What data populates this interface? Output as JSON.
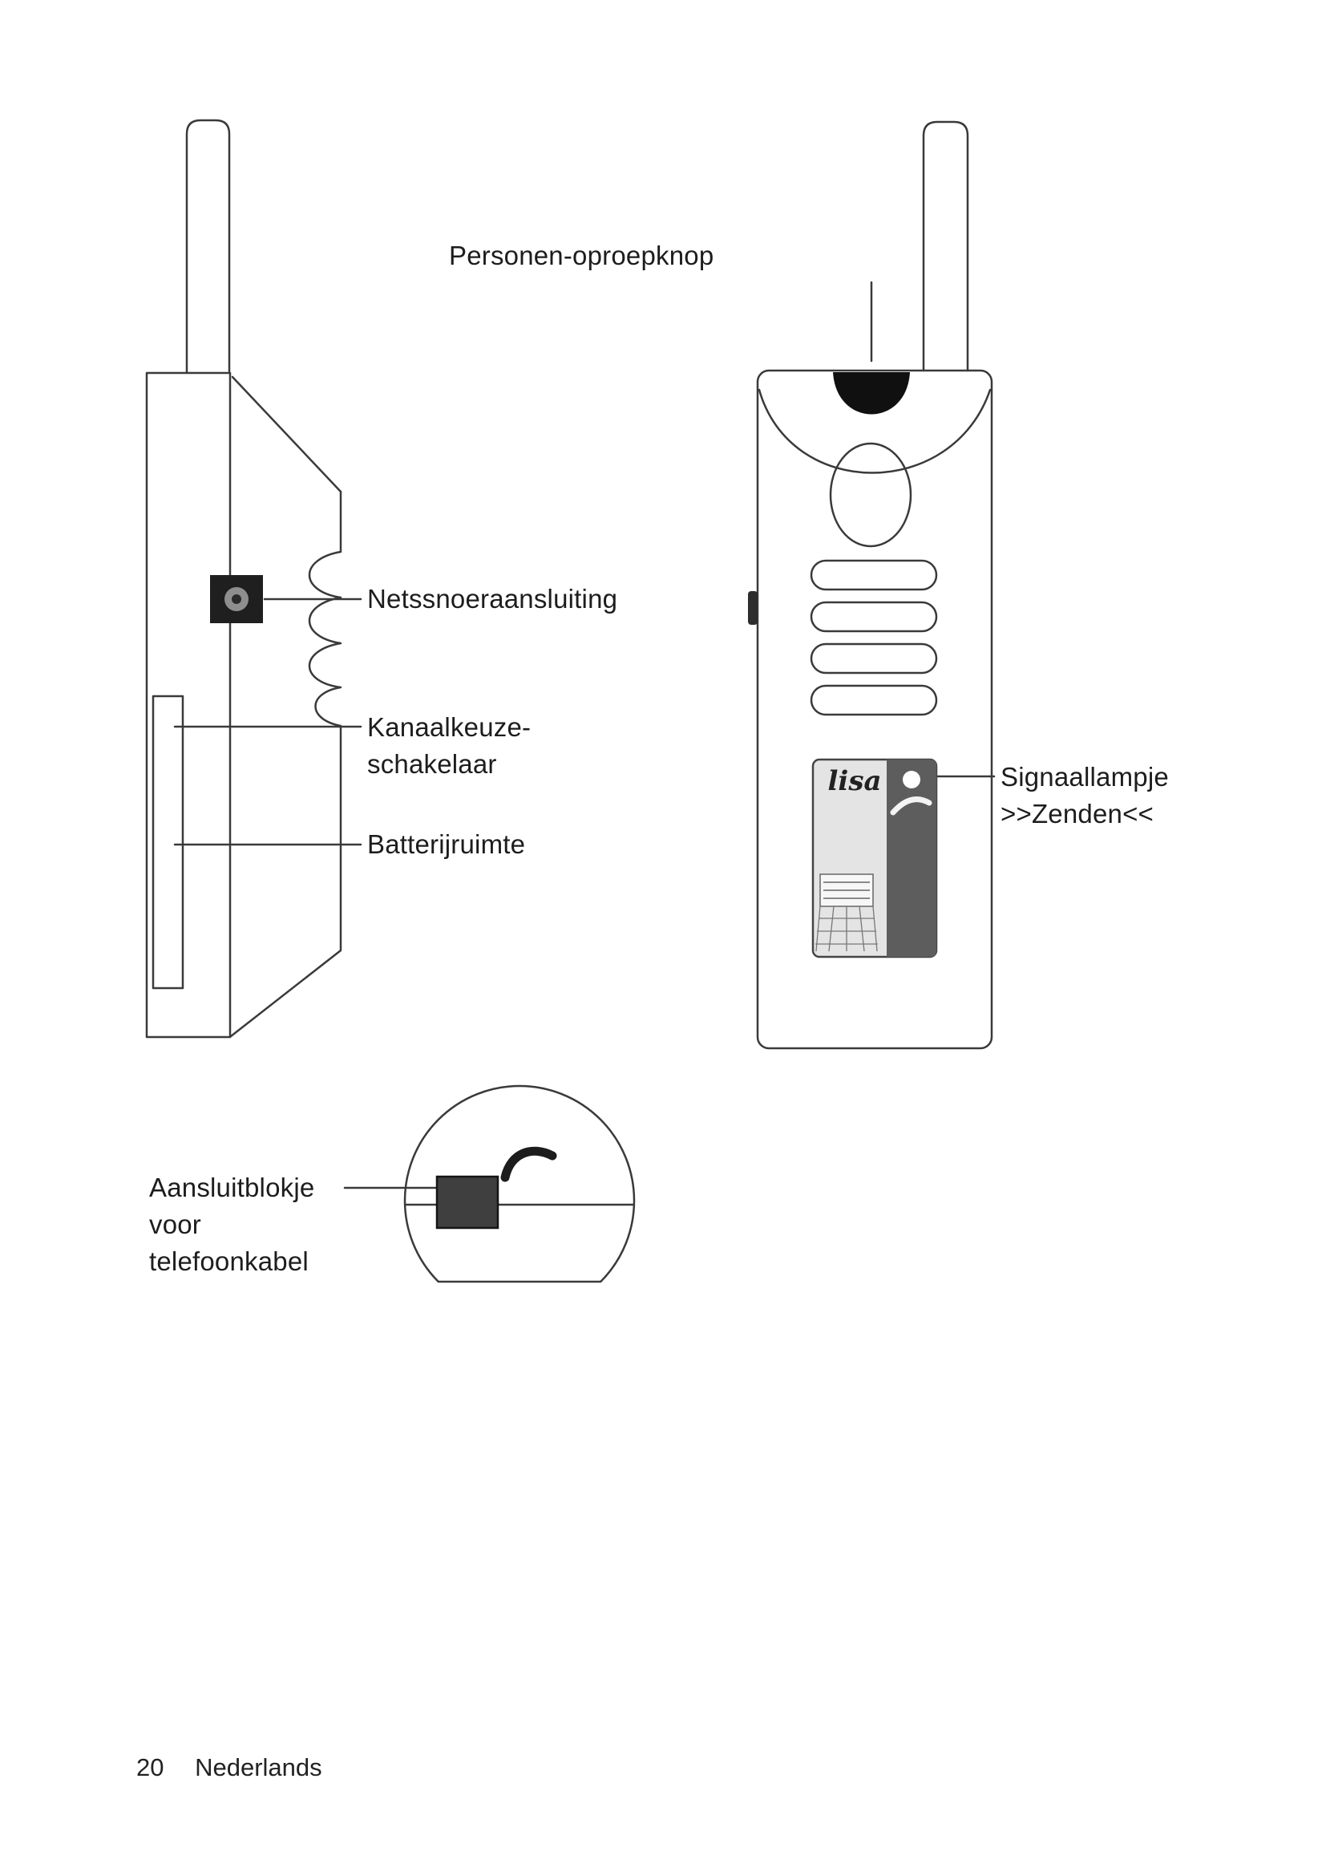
{
  "document": {
    "footer": {
      "page_number": "20",
      "language": "Nederlands"
    }
  },
  "labels": {
    "personen_oproepknop": "Personen-oproepknop",
    "netssnoeraansluiting": "Netssnoeraansluiting",
    "kanaalkeuze_line1": "Kanaalkeuze-",
    "kanaalkeuze_line2": "schakelaar",
    "batterijruimte": "Batterijruimte",
    "signaallampje_line1": "Signaallampje",
    "signaallampje_line2": ">>Zenden<<",
    "aansluitblokje_line1": "Aansluitblokje",
    "aansluitblokje_line2": "voor",
    "aansluitblokje_line3": "telefoonkabel",
    "brand": "lisa"
  },
  "colors": {
    "ink": "#3a3a3a",
    "black_fill": "#1f1f1f",
    "plate_light": "#e4e4e4",
    "plate_dark": "#5d5d5d"
  }
}
